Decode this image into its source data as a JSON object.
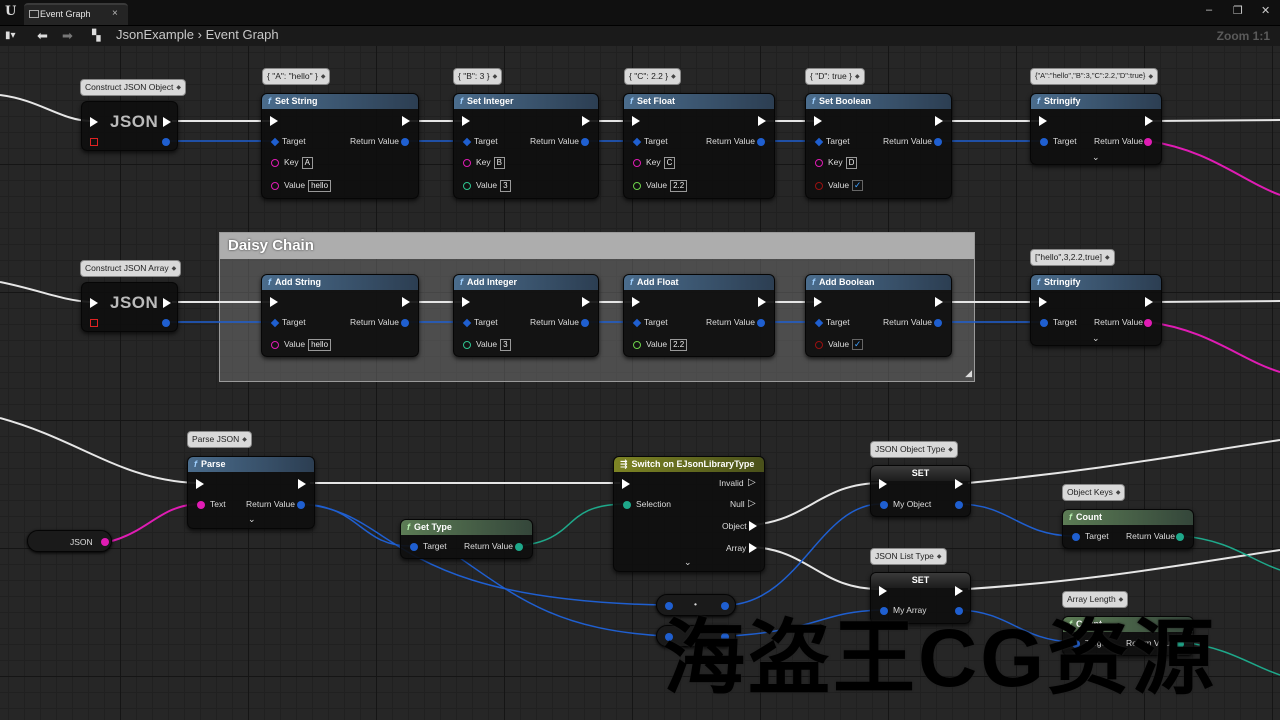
{
  "tab": {
    "title": "Event Graph",
    "close": "×"
  },
  "window": {
    "minimize": "–",
    "maximize": "❐",
    "close": "✕"
  },
  "toolbar": {
    "breadcrumb_root": "JsonExample",
    "breadcrumb_sep": "›",
    "breadcrumb_leaf": "Event Graph",
    "zoom": "Zoom 1:1"
  },
  "comment": {
    "title": "Daisy Chain"
  },
  "bubbles": {
    "construct_object": "Construct JSON Object",
    "construct_array": "Construct JSON Array",
    "set_string": "{ \"A\": \"hello\" }",
    "set_integer": "{ \"B\": 3 }",
    "set_float": "{ \"C\": 2.2 }",
    "set_boolean": "{ \"D\": true }",
    "stringify_obj": "{\"A\":\"hello\",\"B\":3,\"C\":2.2,\"D\":true}",
    "stringify_arr": "[\"hello\",3,2.2,true]",
    "parse": "Parse JSON",
    "obj_type": "JSON Object Type",
    "list_type": "JSON List Type",
    "obj_keys": "Object Keys",
    "arr_len": "Array Length"
  },
  "nodes": {
    "json_label": "JSON",
    "set_string": {
      "title": "Set String",
      "key": "A",
      "value": "hello"
    },
    "set_integer": {
      "title": "Set Integer",
      "key": "B",
      "value": "3"
    },
    "set_float": {
      "title": "Set Float",
      "key": "C",
      "value": "2.2"
    },
    "set_boolean": {
      "title": "Set Boolean",
      "key": "D"
    },
    "stringify": {
      "title": "Stringify"
    },
    "add_string": {
      "title": "Add String",
      "value": "hello"
    },
    "add_integer": {
      "title": "Add Integer",
      "value": "3"
    },
    "add_float": {
      "title": "Add Float",
      "value": "2.2"
    },
    "add_boolean": {
      "title": "Add Boolean"
    },
    "parse": {
      "title": "Parse",
      "text": "Text"
    },
    "get_type": {
      "title": "Get Type"
    },
    "switch": {
      "title": "Switch on EJsonLibraryType",
      "selection": "Selection",
      "invalid": "Invalid",
      "null": "Null",
      "object": "Object",
      "array": "Array"
    },
    "set": {
      "title": "SET",
      "my_object": "My Object",
      "my_array": "My Array"
    },
    "count": {
      "title": "Count"
    },
    "json_var": "JSON"
  },
  "pins": {
    "target": "Target",
    "return_value": "Return Value",
    "key": "Key",
    "value": "Value"
  },
  "watermark": "海盗王CG资源",
  "icons": [
    "unreal-logo-icon",
    "graph-tab-icon",
    "bookmark-icon",
    "back-arrow-icon",
    "forward-arrow-icon",
    "blueprint-icon",
    "function-icon",
    "checkmark-icon",
    "chevron-down-icon",
    "resize-grip-icon"
  ]
}
